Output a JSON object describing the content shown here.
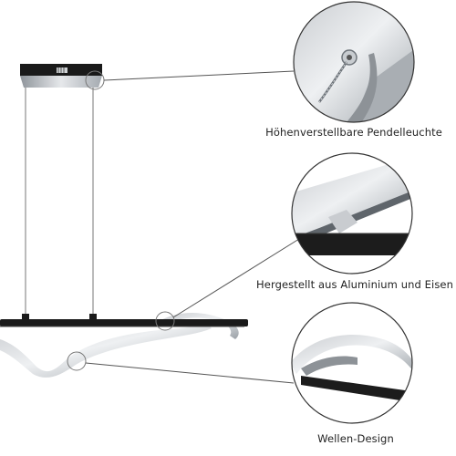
{
  "captions": {
    "height_adjustable": "Höhenverstellbare Pendelleuchte",
    "material": "Hergestellt aus Aluminium und Eisen",
    "wave_design": "Wellen-Design"
  },
  "colors": {
    "background": "#ffffff",
    "lamp_black": "#1a1a1a",
    "aluminium_light": "#d9dcdf",
    "aluminium_dark": "#9aa0a6",
    "callout_line": "#555555"
  },
  "icons": {
    "ceiling_canopy": "ceiling-canopy-icon",
    "detail_cable": "detail-cable-mount-icon",
    "detail_material": "detail-aluminium-iron-icon",
    "detail_wave": "detail-wave-icon"
  }
}
